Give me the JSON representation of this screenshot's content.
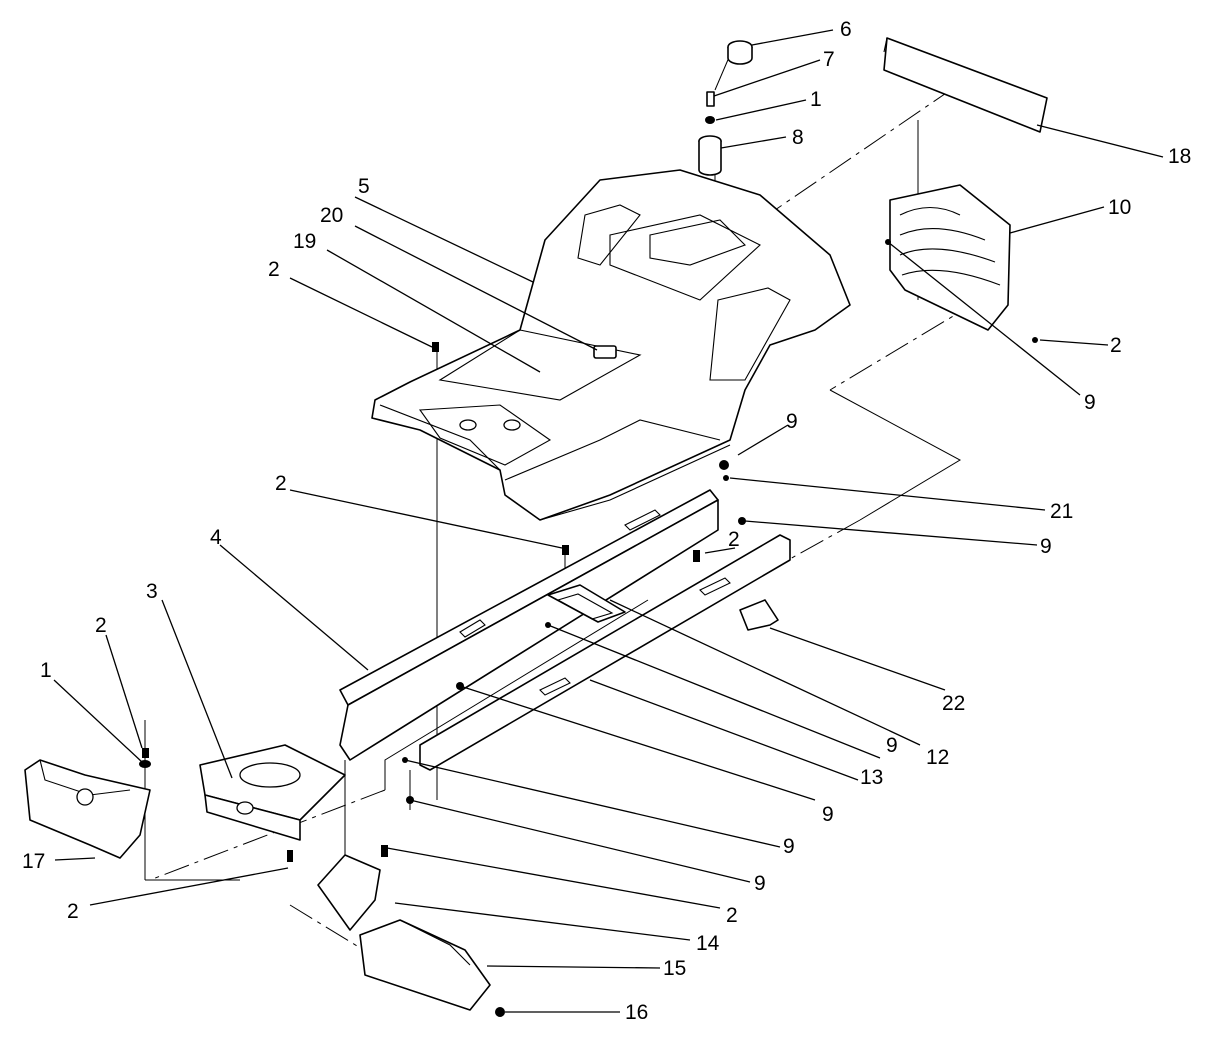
{
  "callouts": [
    {
      "id": "c6",
      "text": "6"
    },
    {
      "id": "c7",
      "text": "7"
    },
    {
      "id": "c1a",
      "text": "1"
    },
    {
      "id": "c8",
      "text": "8"
    },
    {
      "id": "c18",
      "text": "18"
    },
    {
      "id": "c10",
      "text": "10"
    },
    {
      "id": "c5",
      "text": "5"
    },
    {
      "id": "c20",
      "text": "20"
    },
    {
      "id": "c19",
      "text": "19"
    },
    {
      "id": "c2a",
      "text": "2"
    },
    {
      "id": "c2b",
      "text": "2"
    },
    {
      "id": "c9a",
      "text": "9"
    },
    {
      "id": "c9b",
      "text": "9"
    },
    {
      "id": "c21",
      "text": "21"
    },
    {
      "id": "c9c",
      "text": "9"
    },
    {
      "id": "c2c",
      "text": "2"
    },
    {
      "id": "c2d",
      "text": "2"
    },
    {
      "id": "c4",
      "text": "4"
    },
    {
      "id": "c3",
      "text": "3"
    },
    {
      "id": "c22",
      "text": "22"
    },
    {
      "id": "c12",
      "text": "12"
    },
    {
      "id": "c9d",
      "text": "9"
    },
    {
      "id": "c13",
      "text": "13"
    },
    {
      "id": "c2e",
      "text": "2"
    },
    {
      "id": "c1b",
      "text": "1"
    },
    {
      "id": "c9e",
      "text": "9"
    },
    {
      "id": "c9f",
      "text": "9"
    },
    {
      "id": "c9g",
      "text": "9"
    },
    {
      "id": "c17",
      "text": "17"
    },
    {
      "id": "c2f",
      "text": "2"
    },
    {
      "id": "c2g",
      "text": "2"
    },
    {
      "id": "c14",
      "text": "14"
    },
    {
      "id": "c15",
      "text": "15"
    },
    {
      "id": "c16",
      "text": "16"
    }
  ]
}
